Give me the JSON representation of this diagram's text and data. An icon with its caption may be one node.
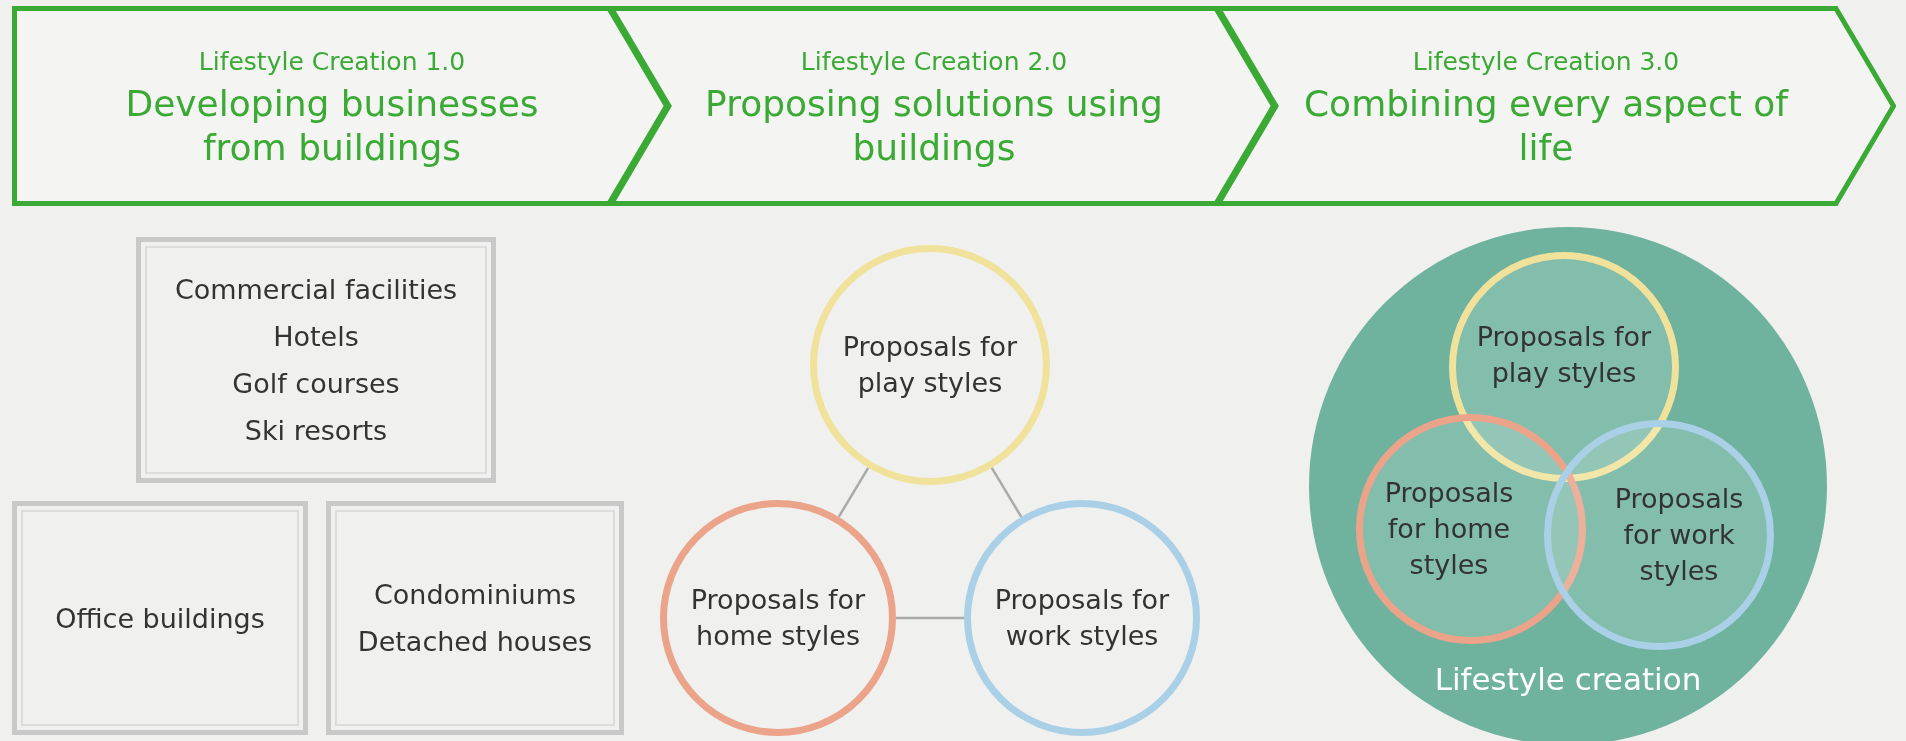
{
  "diagram": {
    "nodes": [
      {
        "text": [
          "Lifestyle Creation 1.0",
          "Developing businesses from buildings"
        ]
      },
      {
        "text": [
          "Lifestyle Creation 2.0",
          "Proposing solutions using buildings"
        ]
      },
      {
        "text": [
          "Lifestyle Creation 3.0",
          "Combining every aspect of life"
        ]
      },
      {
        "text": [
          "Commercial facilities",
          "Hotels",
          "Golf courses",
          "Ski resorts"
        ]
      },
      {
        "text": [
          "Office buildings"
        ]
      },
      {
        "text": [
          "Condominiums",
          "Detached houses"
        ]
      },
      {
        "text": [
          "Proposals for play styles"
        ]
      },
      {
        "text": [
          "Proposals for home styles"
        ]
      },
      {
        "text": [
          "Proposals for work styles"
        ]
      },
      {
        "text": [
          "Lifestyle creation"
        ]
      },
      {
        "text": [
          "Proposals for play styles"
        ],
        "in": 9
      },
      {
        "text": [
          "Proposals for home styles"
        ],
        "in": 9
      },
      {
        "text": [
          "Proposals for work styles"
        ],
        "in": 9
      }
    ],
    "edges": [
      {
        "from": 6,
        "to": 7,
        "arrow": "none"
      },
      {
        "from": 6,
        "to": 8,
        "arrow": "none"
      },
      {
        "from": 7,
        "to": 8,
        "arrow": "none"
      }
    ]
  }
}
